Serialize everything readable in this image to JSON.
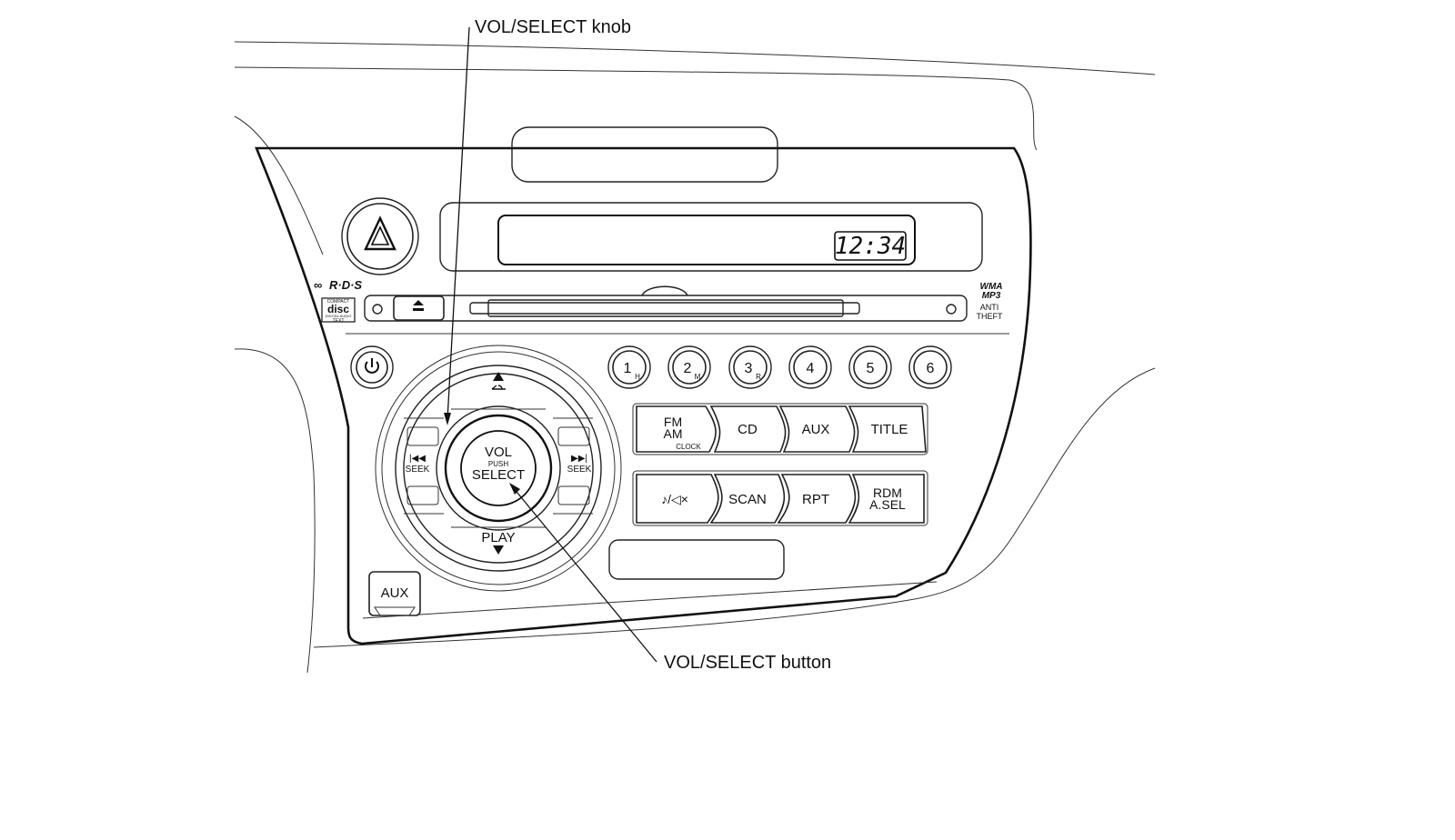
{
  "callouts": {
    "knob": "VOL/SELECT knob",
    "button": "VOL/SELECT button"
  },
  "display": {
    "clock": "12:34"
  },
  "logos": {
    "rds": "R·D·S",
    "wma_mp3": [
      "WMA",
      "MP3"
    ],
    "anti_theft": [
      "ANTI",
      "THEFT"
    ],
    "compact_disc": [
      "COMPACT",
      "disc",
      "DIGITAL AUDIO",
      "TEXT"
    ]
  },
  "knob": {
    "vol": "VOL",
    "push": "PUSH",
    "select": "SELECT",
    "seek_left": "SEEK",
    "seek_right": "SEEK",
    "play": "PLAY"
  },
  "presets": [
    {
      "num": "1",
      "sub": "H"
    },
    {
      "num": "2",
      "sub": "M"
    },
    {
      "num": "3",
      "sub": "R"
    },
    {
      "num": "4",
      "sub": ""
    },
    {
      "num": "5",
      "sub": ""
    },
    {
      "num": "6",
      "sub": ""
    }
  ],
  "mode_buttons_top": [
    "FM\nAM",
    "CD",
    "AUX",
    "TITLE"
  ],
  "fm_am": {
    "fm": "FM",
    "am": "AM",
    "clock": "CLOCK"
  },
  "mode_buttons_bottom": {
    "sound": "♪/◁×",
    "scan": "SCAN",
    "rpt": "RPT",
    "rdm": "RDM",
    "asel": "A.SEL"
  },
  "aux_jack": "AUX"
}
